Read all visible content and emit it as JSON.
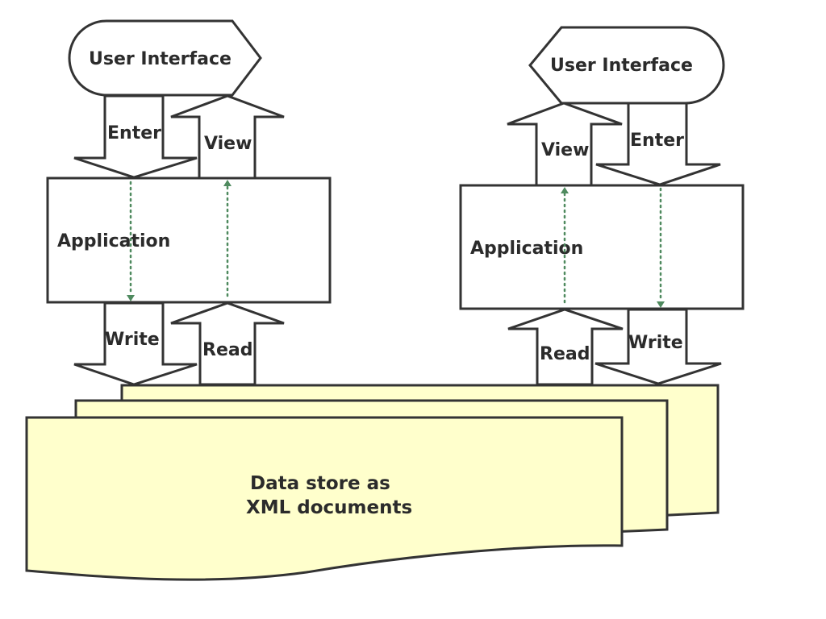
{
  "diagram": {
    "left": {
      "ui_label": "User Interface",
      "app_label": "Application",
      "arrows": {
        "enter": "Enter",
        "view": "View",
        "write": "Write",
        "read": "Read"
      }
    },
    "right": {
      "ui_label": "User Interface",
      "app_label": "Application",
      "arrows": {
        "enter": "Enter",
        "view": "View",
        "write": "Write",
        "read": "Read"
      }
    },
    "datastore": {
      "line1": "Data store as",
      "line2": "XML documents"
    },
    "colors": {
      "outline": "#333333",
      "document_fill": "#ffffcc",
      "flow_dots": "#4f8a5f"
    }
  }
}
